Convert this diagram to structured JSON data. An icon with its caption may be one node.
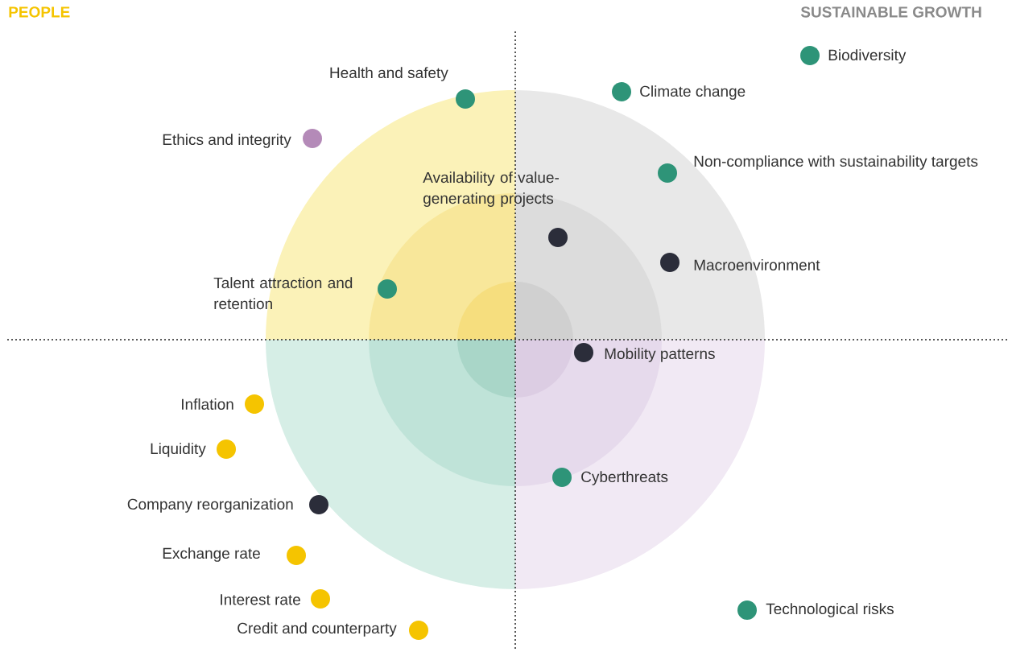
{
  "diagram": {
    "labels": [
      "PEOPLE",
      "SUSTAINABLE GROWTH",
      "Biodiversity",
      "Health and safety",
      "Climate change",
      "Ethics and integrity",
      "Non-compliance with sustainability targets",
      "Availability of value-generating projects",
      "Macroenvironment",
      "Talent attraction and retention",
      "Mobility patterns",
      "Inflation",
      "Liquidity",
      "Cyberthreats",
      "Company reorganization",
      "Exchange rate",
      "Interest rate",
      "Technological risks",
      "Credit and counterparty"
    ]
  }
}
